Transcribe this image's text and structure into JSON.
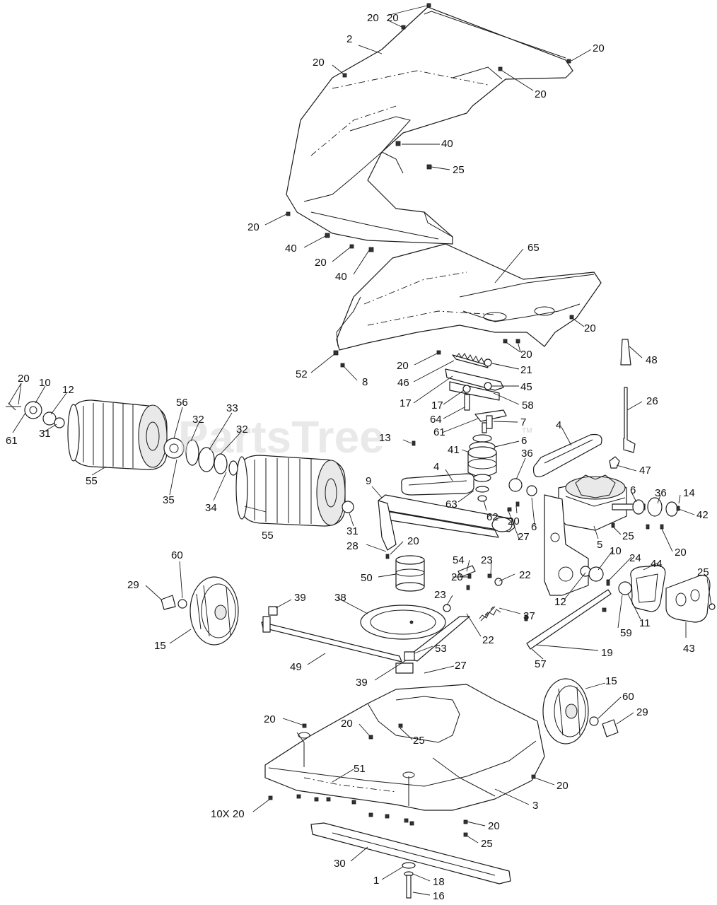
{
  "watermark": {
    "text": "PartsTree",
    "trademark": "TM"
  },
  "callouts": [
    {
      "id": "c1",
      "label": "20"
    },
    {
      "id": "c2",
      "label": "20"
    },
    {
      "id": "c3",
      "label": "2"
    },
    {
      "id": "c4",
      "label": "20"
    },
    {
      "id": "c5",
      "label": "20"
    },
    {
      "id": "c6",
      "label": "40"
    },
    {
      "id": "c7",
      "label": "25"
    },
    {
      "id": "c8",
      "label": "20"
    },
    {
      "id": "c9",
      "label": "40"
    },
    {
      "id": "c10",
      "label": "20"
    },
    {
      "id": "c11",
      "label": "40"
    },
    {
      "id": "c12",
      "label": "65"
    },
    {
      "id": "c13",
      "label": "20"
    },
    {
      "id": "c14",
      "label": "20"
    },
    {
      "id": "c15",
      "label": "48"
    },
    {
      "id": "c16",
      "label": "20"
    },
    {
      "id": "c17",
      "label": "21"
    },
    {
      "id": "c18",
      "label": "52"
    },
    {
      "id": "c19",
      "label": "20"
    },
    {
      "id": "c20",
      "label": "46"
    },
    {
      "id": "c21",
      "label": "45"
    },
    {
      "id": "c22",
      "label": "8"
    },
    {
      "id": "c23",
      "label": "17"
    },
    {
      "id": "c24",
      "label": "17"
    },
    {
      "id": "c25",
      "label": "58"
    },
    {
      "id": "c26",
      "label": "26"
    },
    {
      "id": "c27",
      "label": "64"
    },
    {
      "id": "c28",
      "label": "7"
    },
    {
      "id": "c29",
      "label": "20"
    },
    {
      "id": "c30",
      "label": "10"
    },
    {
      "id": "c31",
      "label": "12"
    },
    {
      "id": "c32",
      "label": "56"
    },
    {
      "id": "c33",
      "label": "33"
    },
    {
      "id": "c34",
      "label": "32"
    },
    {
      "id": "c35",
      "label": "32"
    },
    {
      "id": "c36",
      "label": "13"
    },
    {
      "id": "c37",
      "label": "6"
    },
    {
      "id": "c38",
      "label": "4"
    },
    {
      "id": "c39",
      "label": "61"
    },
    {
      "id": "c40",
      "label": "31"
    },
    {
      "id": "c41",
      "label": "41"
    },
    {
      "id": "c42",
      "label": "36"
    },
    {
      "id": "c43",
      "label": "47"
    },
    {
      "id": "c44",
      "label": "55"
    },
    {
      "id": "c45",
      "label": "4"
    },
    {
      "id": "c46",
      "label": "9"
    },
    {
      "id": "c47",
      "label": "35"
    },
    {
      "id": "c48",
      "label": "34"
    },
    {
      "id": "c49",
      "label": "63"
    },
    {
      "id": "c50",
      "label": "62"
    },
    {
      "id": "c51",
      "label": "6"
    },
    {
      "id": "c52",
      "label": "36"
    },
    {
      "id": "c53",
      "label": "14"
    },
    {
      "id": "c54",
      "label": "42"
    },
    {
      "id": "c55",
      "label": "55"
    },
    {
      "id": "c56",
      "label": "31"
    },
    {
      "id": "c57",
      "label": "20"
    },
    {
      "id": "c58",
      "label": "25"
    },
    {
      "id": "c59",
      "label": "6"
    },
    {
      "id": "c60",
      "label": "5"
    },
    {
      "id": "c61",
      "label": "20"
    },
    {
      "id": "c62",
      "label": "28"
    },
    {
      "id": "c63",
      "label": "20"
    },
    {
      "id": "c64",
      "label": "27"
    },
    {
      "id": "c65",
      "label": "54"
    },
    {
      "id": "c66",
      "label": "23"
    },
    {
      "id": "c67",
      "label": "50"
    },
    {
      "id": "c68",
      "label": "20"
    },
    {
      "id": "c69",
      "label": "10"
    },
    {
      "id": "c70",
      "label": "24"
    },
    {
      "id": "c71",
      "label": "44"
    },
    {
      "id": "c72",
      "label": "25"
    },
    {
      "id": "c73",
      "label": "22"
    },
    {
      "id": "c74",
      "label": "29"
    },
    {
      "id": "c75",
      "label": "60"
    },
    {
      "id": "c76",
      "label": "39"
    },
    {
      "id": "c77",
      "label": "12"
    },
    {
      "id": "c78",
      "label": "23"
    },
    {
      "id": "c79",
      "label": "38"
    },
    {
      "id": "c80",
      "label": "37"
    },
    {
      "id": "c81",
      "label": "59"
    },
    {
      "id": "c82",
      "label": "11"
    },
    {
      "id": "c83",
      "label": "15"
    },
    {
      "id": "c84",
      "label": "22"
    },
    {
      "id": "c85",
      "label": "43"
    },
    {
      "id": "c86",
      "label": "53"
    },
    {
      "id": "c87",
      "label": "19"
    },
    {
      "id": "c88",
      "label": "57"
    },
    {
      "id": "c89",
      "label": "49"
    },
    {
      "id": "c90",
      "label": "27"
    },
    {
      "id": "c91",
      "label": "39"
    },
    {
      "id": "c92",
      "label": "15"
    },
    {
      "id": "c93",
      "label": "60"
    },
    {
      "id": "c94",
      "label": "29"
    },
    {
      "id": "c95",
      "label": "20"
    },
    {
      "id": "c96",
      "label": "20"
    },
    {
      "id": "c97",
      "label": "25"
    },
    {
      "id": "c98",
      "label": "51"
    },
    {
      "id": "c99",
      "label": "20"
    },
    {
      "id": "c100",
      "label": "10X 20"
    },
    {
      "id": "c101",
      "label": "3"
    },
    {
      "id": "c102",
      "label": "20"
    },
    {
      "id": "c103",
      "label": "25"
    },
    {
      "id": "c104",
      "label": "30"
    },
    {
      "id": "c105",
      "label": "1"
    },
    {
      "id": "c106",
      "label": "18"
    },
    {
      "id": "c107",
      "label": "16"
    }
  ]
}
